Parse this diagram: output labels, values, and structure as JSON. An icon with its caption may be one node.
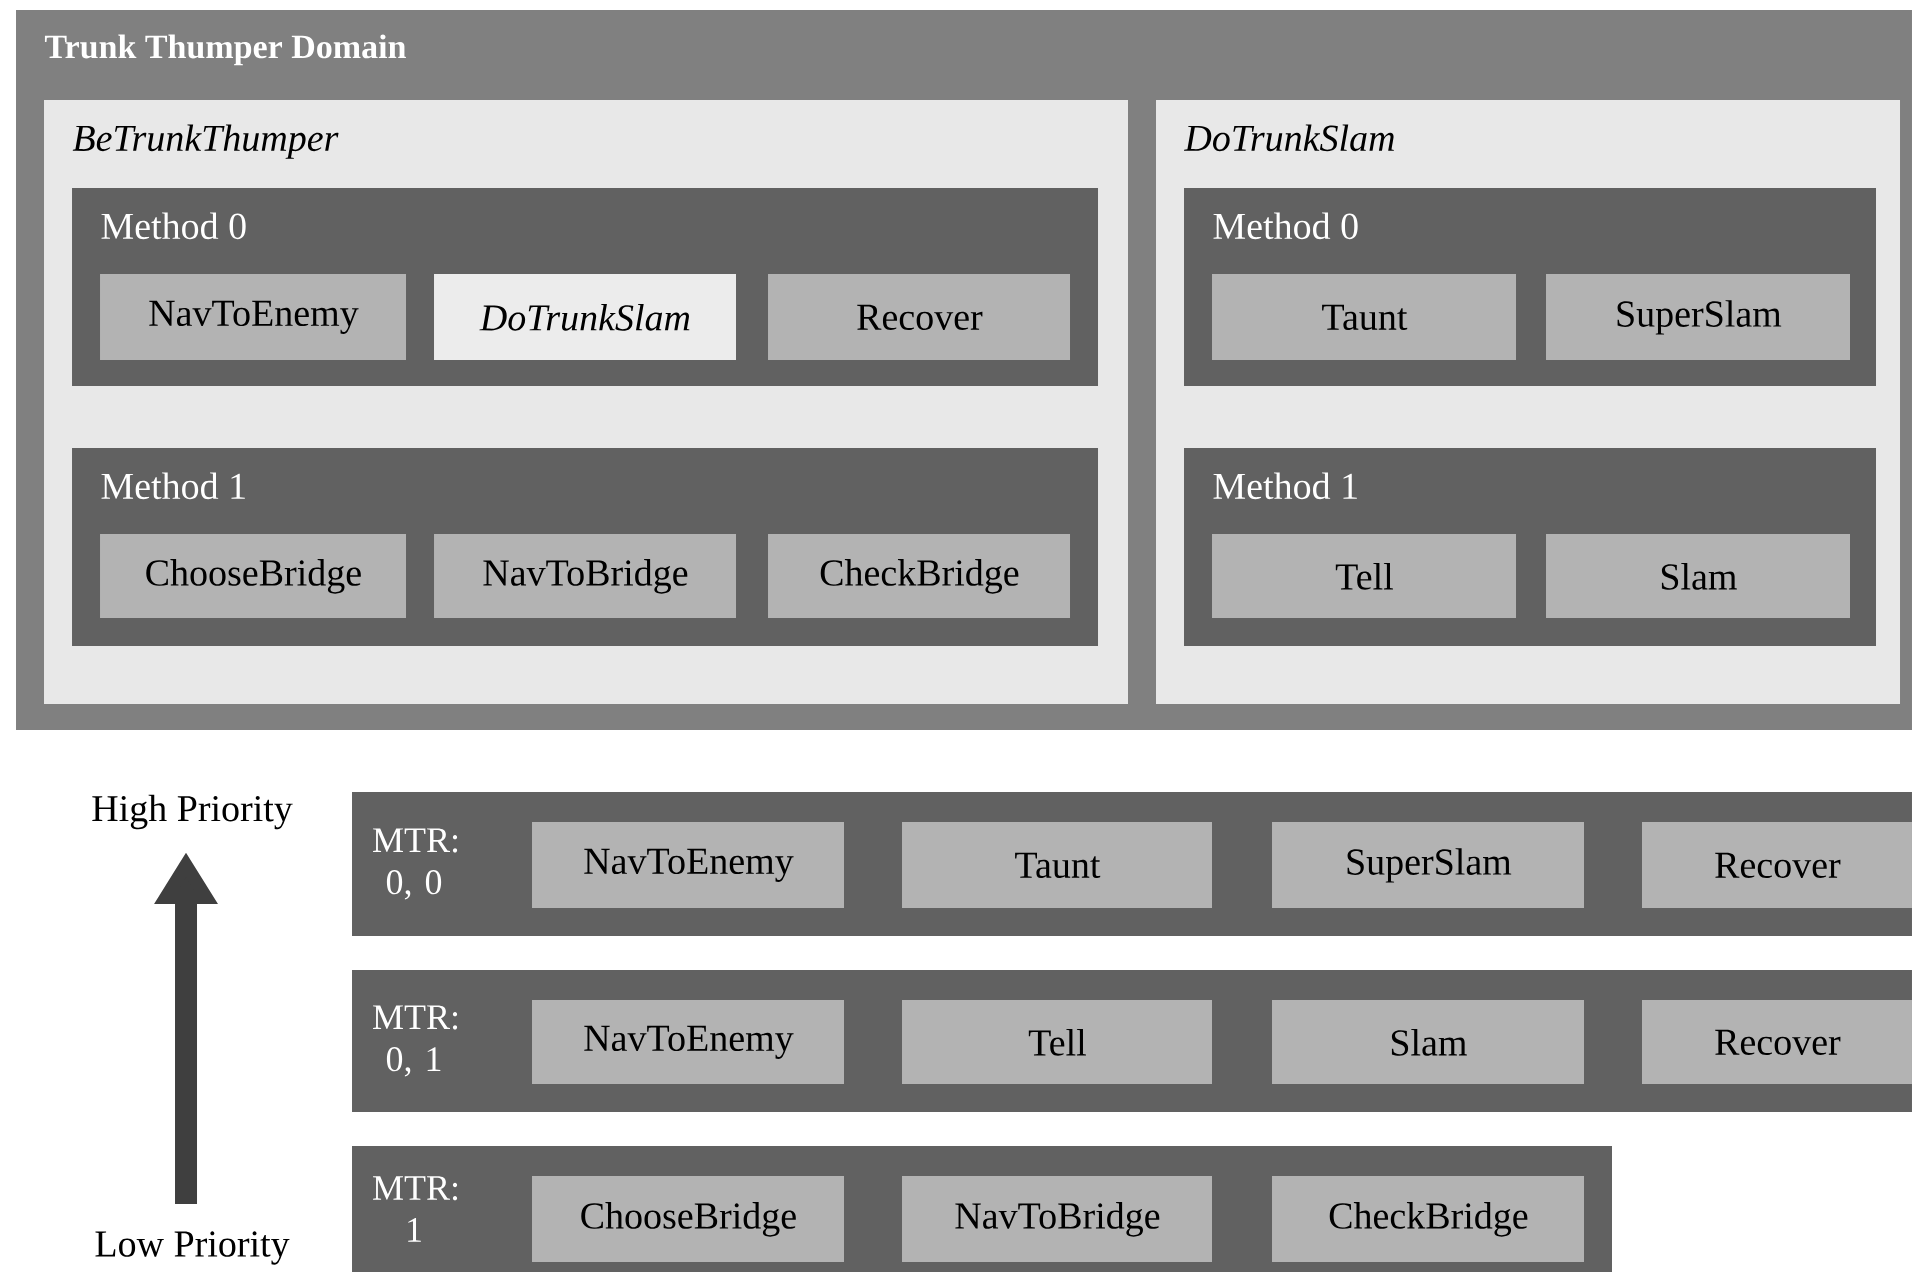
{
  "diagram": {
    "nodes": [
      {
        "text": [
          "Trunk Thumper Domain"
        ]
      },
      {
        "text": [
          "BeTrunkThumper"
        ],
        "in": 0
      },
      {
        "text": [
          "Method 0"
        ],
        "in": 1
      },
      {
        "text": [
          "NavToEnemy"
        ],
        "in": 2
      },
      {
        "text": [
          "DoTrunkSlam"
        ],
        "in": 2
      },
      {
        "text": [
          "Recover"
        ],
        "in": 2
      },
      {
        "text": [
          "Method 1"
        ],
        "in": 1
      },
      {
        "text": [
          "ChooseBridge"
        ],
        "in": 6
      },
      {
        "text": [
          "NavToBridge"
        ],
        "in": 6
      },
      {
        "text": [
          "CheckBridge"
        ],
        "in": 6
      },
      {
        "text": [
          "DoTrunkSlam"
        ],
        "in": 0
      },
      {
        "text": [
          "Method 0"
        ],
        "in": 10
      },
      {
        "text": [
          "Taunt"
        ],
        "in": 11
      },
      {
        "text": [
          "SuperSlam"
        ],
        "in": 11
      },
      {
        "text": [
          "Method 1"
        ],
        "in": 10
      },
      {
        "text": [
          "Tell"
        ],
        "in": 14
      },
      {
        "text": [
          "Slam"
        ],
        "in": 14
      },
      {
        "text": [
          "MTR: 0, 0"
        ]
      },
      {
        "text": [
          "NavToEnemy"
        ],
        "in": 17
      },
      {
        "text": [
          "Taunt"
        ],
        "in": 17
      },
      {
        "text": [
          "SuperSlam"
        ],
        "in": 17
      },
      {
        "text": [
          "Recover"
        ],
        "in": 17
      },
      {
        "text": [
          "MTR: 0, 1"
        ]
      },
      {
        "text": [
          "NavToEnemy"
        ],
        "in": 22
      },
      {
        "text": [
          "Tell"
        ],
        "in": 22
      },
      {
        "text": [
          "Slam"
        ],
        "in": 22
      },
      {
        "text": [
          "Recover"
        ],
        "in": 22
      },
      {
        "text": [
          "MTR: 1"
        ]
      },
      {
        "text": [
          "ChooseBridge"
        ],
        "in": 27
      },
      {
        "text": [
          "NavToBridge"
        ],
        "in": 27
      },
      {
        "text": [
          "CheckBridge"
        ],
        "in": 27
      }
    ],
    "labels": [
      "High Priority",
      "Low Priority"
    ]
  }
}
